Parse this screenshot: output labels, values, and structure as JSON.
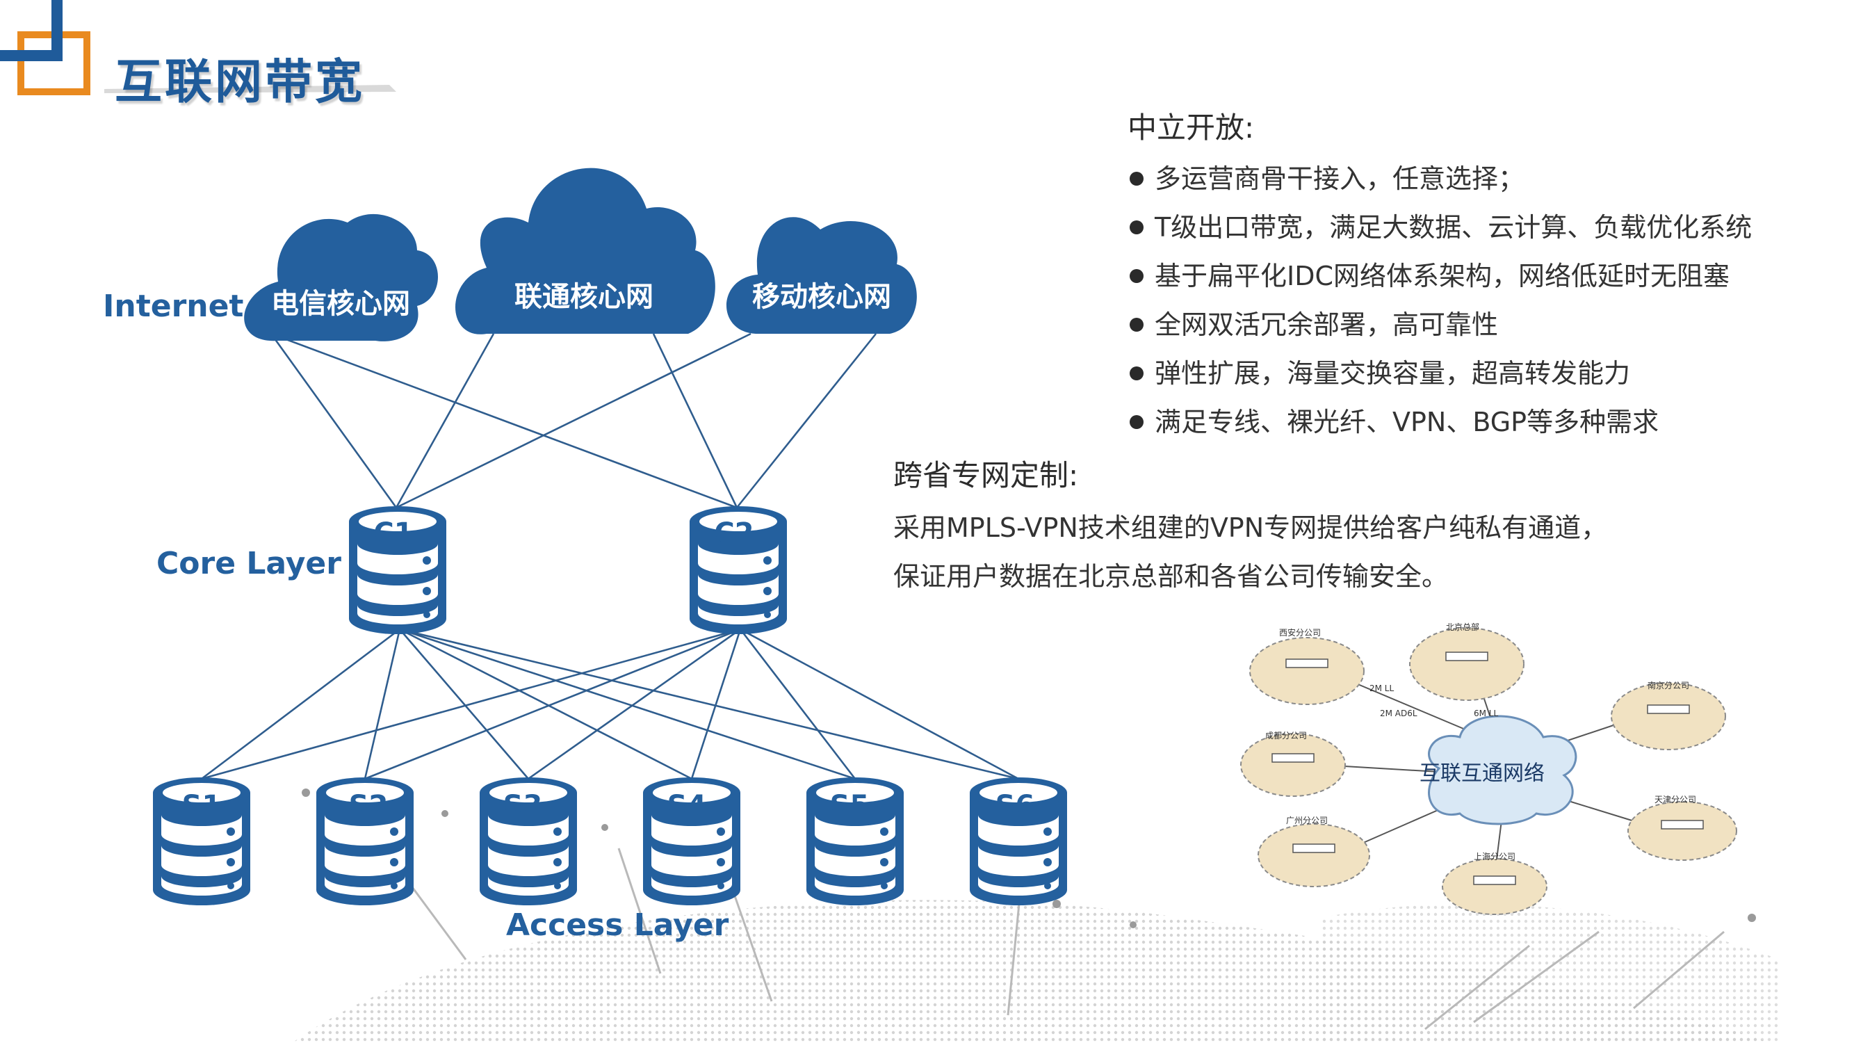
{
  "header": {
    "title": "互联网带宽"
  },
  "diagram": {
    "internet_label": "Internet",
    "core_label": "Core Layer",
    "access_label": "Access Layer",
    "clouds": [
      "电信核心网",
      "联通核心网",
      "移动核心网"
    ],
    "core_nodes": [
      "C1",
      "C2"
    ],
    "access_nodes": [
      "S1",
      "S2",
      "S3",
      "S4",
      "S5",
      "S6"
    ]
  },
  "features": {
    "heading": "中立开放:",
    "items": [
      "多运营商骨干接入，任意选择；",
      "T级出口带宽，满足大数据、云计算、负载优化系统",
      "基于扁平化IDC网络体系架构，网络低延时无阻塞",
      "全网双活冗余部署，高可靠性",
      "弹性扩展，海量交换容量，超高转发能力",
      "满足专线、裸光纤、VPN、BGP等多种需求"
    ]
  },
  "vpn": {
    "heading": "跨省专网定制:",
    "line1": "采用MPLS-VPN技术组建的VPN专网提供给客户纯私有通道，",
    "line2": "保证用户数据在北京总部和各省公司传输安全。"
  },
  "mini_map": {
    "center_label": "互联互通网络",
    "sites": [
      "西安分公司",
      "北京总部",
      "南京分公司",
      "成都分公司",
      "广州分公司",
      "上海分公司",
      "天津分公司"
    ],
    "link_labels": [
      "2M LL",
      "2M AD6L",
      "6M LL"
    ]
  },
  "colors": {
    "brand_blue": "#24609e",
    "cloud_blue": "#24609e",
    "orange": "#e98a1f",
    "line_blue": "#2f5d8e"
  }
}
